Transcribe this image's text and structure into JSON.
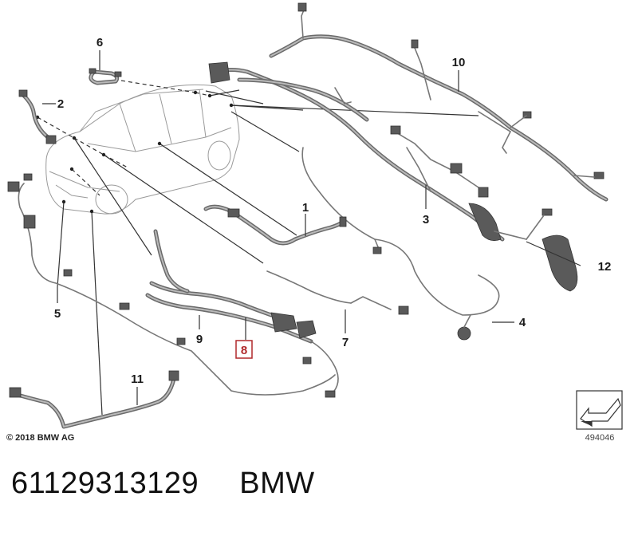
{
  "diagram": {
    "callouts": {
      "c1": "1",
      "c2": "2",
      "c3": "3",
      "c4": "4",
      "c5": "5",
      "c6": "6",
      "c7": "7",
      "c8": "8",
      "c9": "9",
      "c10": "10",
      "c11": "11",
      "c12": "12"
    },
    "highlighted_callout": "8",
    "highlight_color": "#b0292b",
    "copyright": "© 2018 BMW AG",
    "reference_number": "494046"
  },
  "part_line": {
    "part_number": "61129313129",
    "brand": "BMW"
  }
}
